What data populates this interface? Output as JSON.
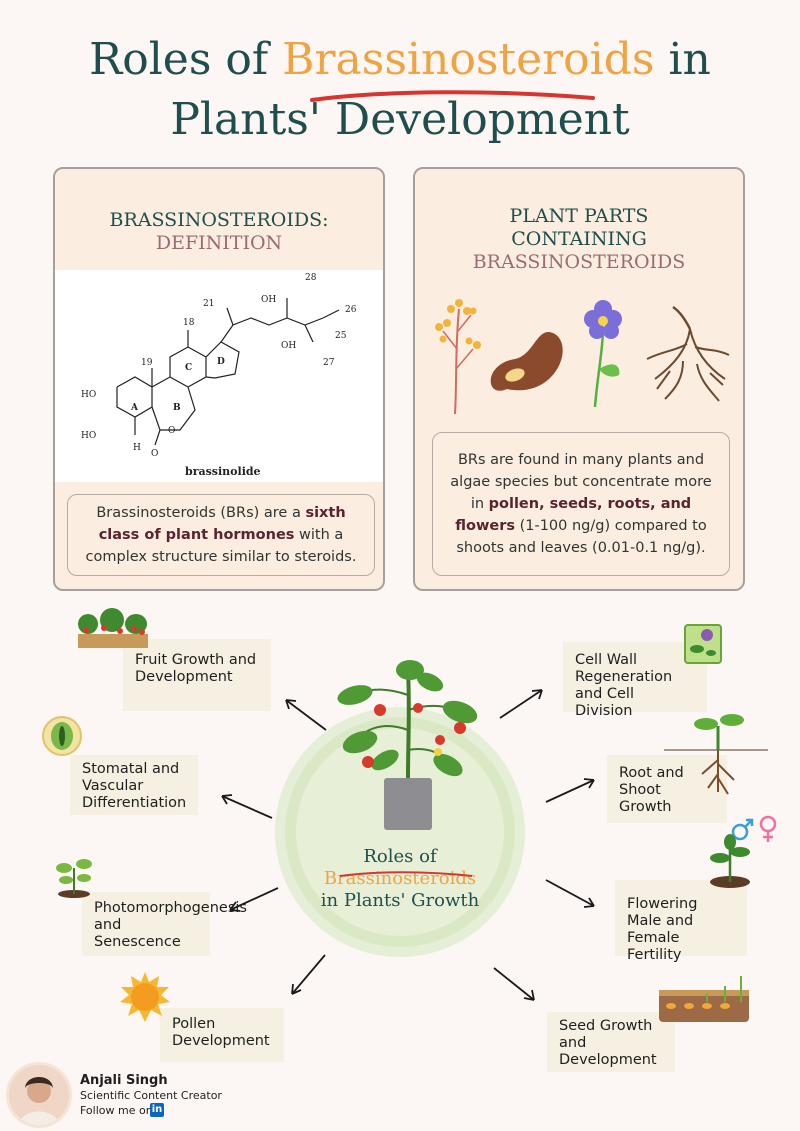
{
  "title": {
    "line1_pre": "Roles of ",
    "line1_highlight": "Brassinosteroids",
    "line1_post": " in",
    "line2": "Plants' Development"
  },
  "definition_card": {
    "heading1": "BRASSINOSTEROIDS:",
    "heading2": "DEFINITION",
    "structure_name": "brassinolide",
    "text_pre": "Brassinosteroids (BRs) are a ",
    "text_bold": "sixth class of plant hormones",
    "text_post": " with a complex structure similar to steroids."
  },
  "parts_card": {
    "heading1": "PLANT PARTS",
    "heading2": "CONTAINING",
    "heading3": "BRASSINOSTEROIDS",
    "text_pre": "BRs are found in many plants and algae species but concentrate more in ",
    "text_bold": "pollen, seeds, roots, and flowers",
    "text_post": " (1-100 ng/g) compared to shoots and leaves (0.01-0.1 ng/g)."
  },
  "center": {
    "line1": "Roles of",
    "line2": "Brassinosteroids",
    "line3": "in Plants' Growth"
  },
  "roles": [
    {
      "label": "Fruit Growth and Development",
      "icon": "strawberry-plants-icon"
    },
    {
      "label": "Stomatal and Vascular Differentiation",
      "icon": "stoma-icon"
    },
    {
      "label": "Photomorphogenesis and Senescence",
      "icon": "seedling-icon"
    },
    {
      "label": "Pollen Development",
      "icon": "pollen-grain-icon"
    },
    {
      "label": "Cell Wall Regeneration and Cell Division",
      "icon": "plant-cell-icon"
    },
    {
      "label": "Root and Shoot Growth",
      "icon": "root-shoot-icon"
    },
    {
      "label": "Flowering Male and Female Fertility",
      "icon": "male-female-icon"
    },
    {
      "label": "Seed Growth and Development",
      "icon": "germinating-seeds-icon"
    }
  ],
  "author": {
    "name": "Anjali Singh",
    "role": "Scientific Content Creator",
    "follow": "Follow me on",
    "network": "in"
  },
  "colors": {
    "teal": "#1f4e4d",
    "orange": "#f0a341",
    "mauve": "#9a6b72",
    "card": "#fbeee0",
    "role_box": "#f5f0e2",
    "circle": "#d6e6bd",
    "red_underline": "#d8352f"
  }
}
